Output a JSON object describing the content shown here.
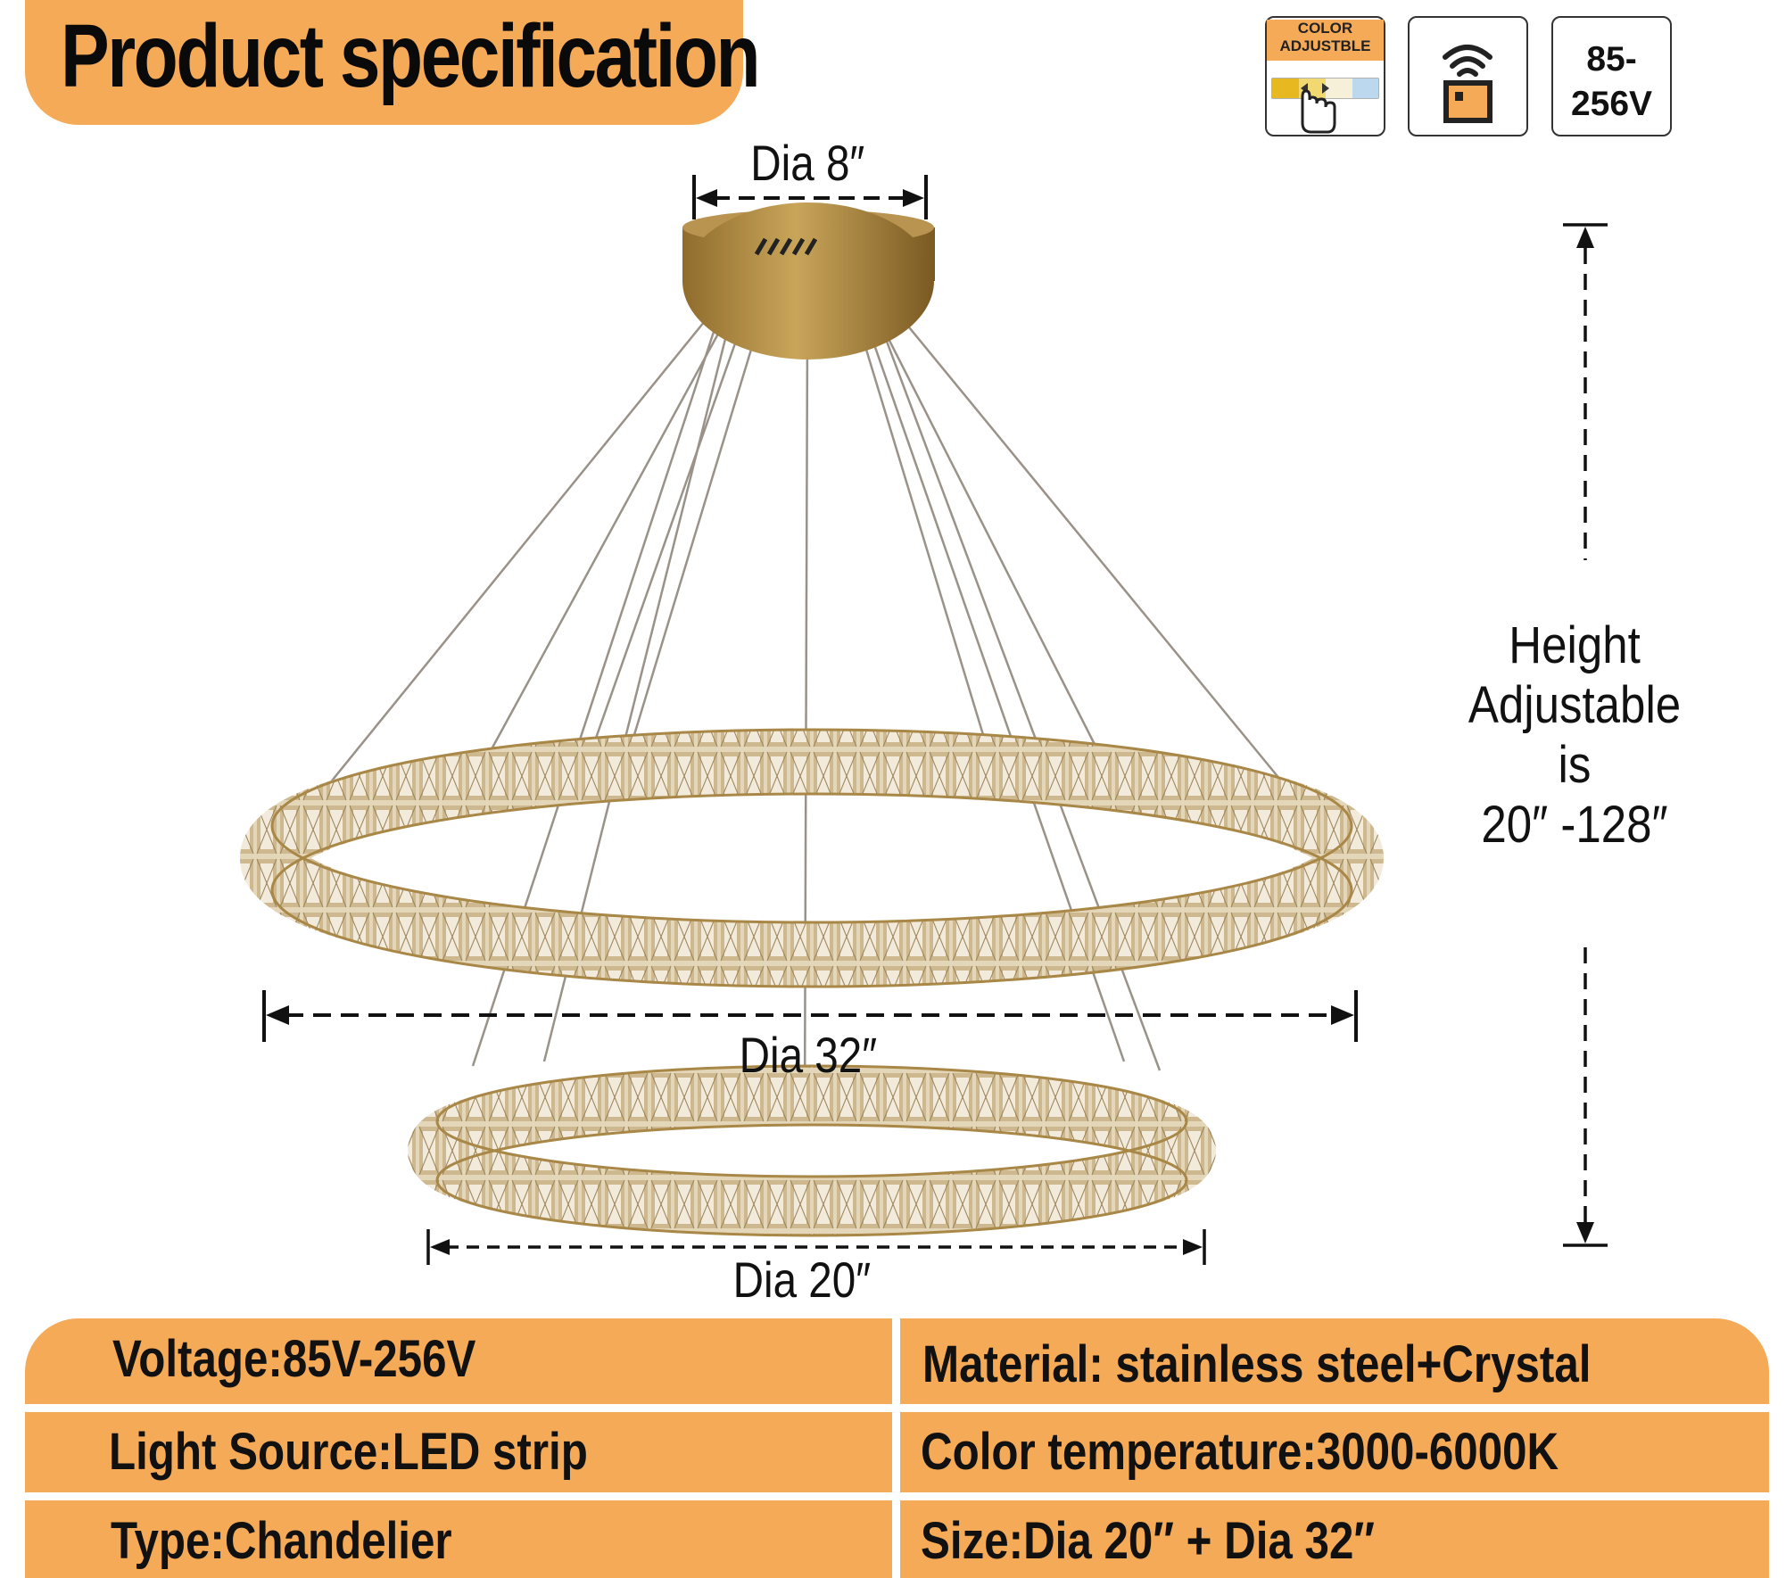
{
  "header": {
    "title": "Product specification"
  },
  "badges": {
    "color_adjustable": "COLOR ADJUSTBLE",
    "voltage": "85- 256V",
    "remote_icon": "remote-control-icon",
    "hand_icon": "hand-pointer-icon"
  },
  "dimensions": {
    "canopy": "Dia 8″",
    "large_ring": "Dia 32″",
    "small_ring": "Dia 20″",
    "height_lines": [
      "Height",
      "Adjustable",
      "is",
      "20″  -128″"
    ]
  },
  "specs": {
    "voltage": "Voltage:85V-256V",
    "material": "Material: stainless steel+Crystal",
    "light_source": "Light Source:LED strip",
    "color_temperature": "Color temperature:3000-6000K",
    "type": "Type:Chandelier",
    "size": "Size:Dia 20″ +  Dia 32″"
  },
  "colors": {
    "accent": "#f5aa58",
    "gold": "#b08a3c",
    "crystal": "#d9c8a4"
  }
}
